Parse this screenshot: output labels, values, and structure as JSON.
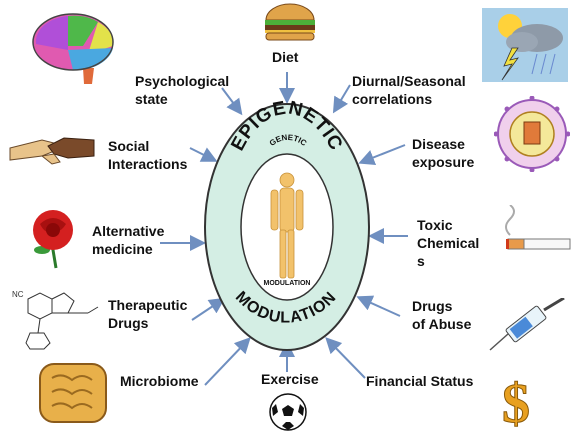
{
  "center": {
    "outer_top": "EPIGENETIC",
    "outer_bottom": "MODULATION",
    "inner_top": "GENETIC",
    "inner_bottom": "MODULATION"
  },
  "factors": {
    "diet": "Diet",
    "psychological": "Psychological\nstate",
    "diurnal": "Diurnal/Seasonal\ncorrelations",
    "social": "Social\nInteractions",
    "disease": "Disease\nexposure",
    "alternative": "Alternative\nmedicine",
    "toxic": "Toxic\nChemical\ns",
    "therapeutic": "Therapeutic\nDrugs",
    "drugs_abuse": "Drugs\nof Abuse",
    "microbiome": "Microbiome",
    "exercise": "Exercise",
    "financial": "Financial Status"
  },
  "colors": {
    "outer_fill": "#d4eee4",
    "inner_fill": "#ffffff",
    "arrow": "#6f8fc0",
    "figure": "#f2c26b"
  },
  "icons": [
    "brain-icon",
    "burger-icon",
    "weather-icon",
    "handshake-icon",
    "virus-icon",
    "rose-icon",
    "cigarette-icon",
    "molecule-icon",
    "syringe-icon",
    "intestine-icon",
    "soccer-ball-icon",
    "dollar-icon"
  ]
}
